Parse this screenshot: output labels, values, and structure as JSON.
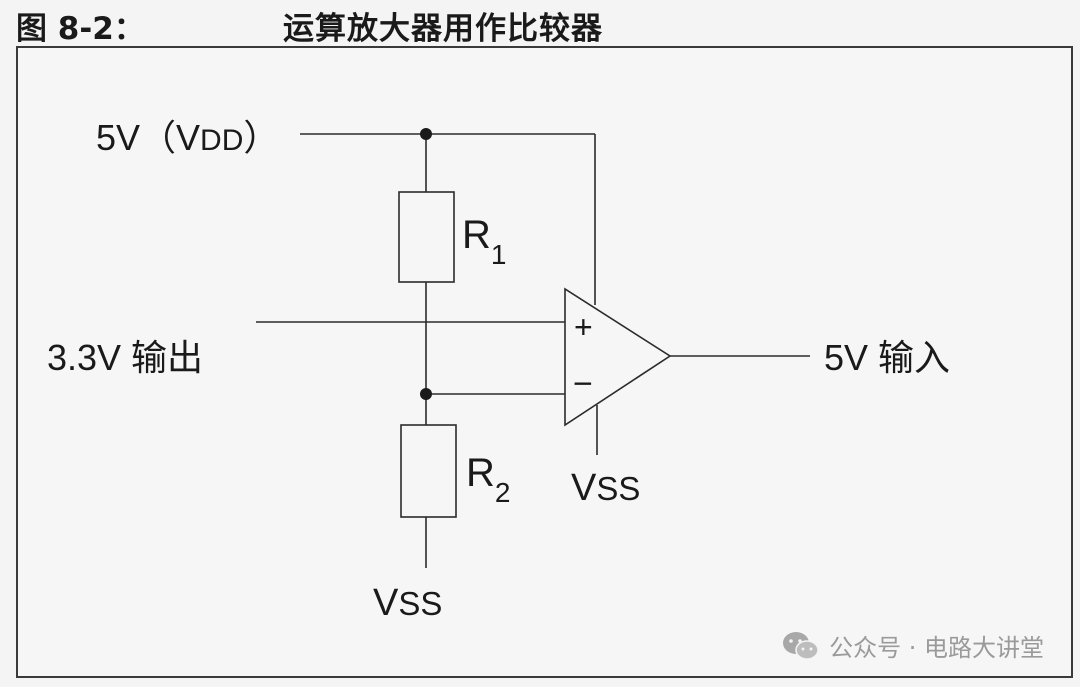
{
  "figure": {
    "number": "图 8-2：",
    "title": "运算放大器用作比较器"
  },
  "circuit": {
    "supply_label_main": "5V（V",
    "supply_label_sub": "DD",
    "supply_label_close": "）",
    "input_label": "3.3V 输出",
    "output_label": "5V 输入",
    "r1_letter": "R",
    "r1_index": "1",
    "r2_letter": "R",
    "r2_index": "2",
    "opamp_plus": "+",
    "opamp_minus": "−",
    "vss_opamp_main": "V",
    "vss_opamp_sub": "SS",
    "vss_bottom_main": "V",
    "vss_bottom_sub": "SS"
  },
  "watermark": {
    "text": "公众号 · 电路大讲堂",
    "icon": "wechat-icon"
  }
}
